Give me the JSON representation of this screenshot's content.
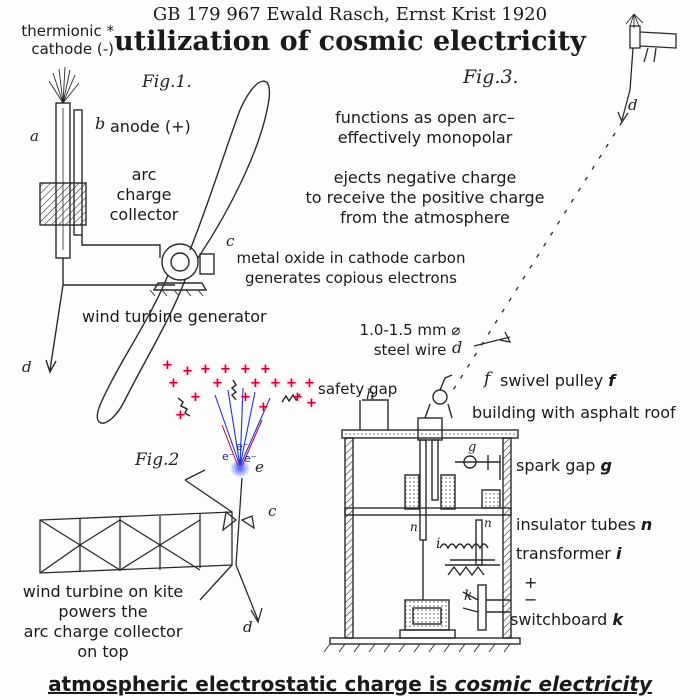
{
  "header": {
    "patent": "GB 179 967 Ewald Rasch, Ernst Krist 1920",
    "title": "utilization of cosmic electricity"
  },
  "footer": {
    "caption_prefix": "atmospheric electrostatic charge is ",
    "caption_emphasis": "cosmic electricity"
  },
  "figures": {
    "fig1": "Fig.1.",
    "fig2": "Fig.2",
    "fig3": "Fig.3."
  },
  "annotations": {
    "thermionic_cathode": [
      "thermionic *",
      "cathode (-)"
    ],
    "anode": "anode (+)",
    "arc_collector": [
      "arc",
      "charge",
      "collector"
    ],
    "metal_oxide": [
      "metal oxide in cathode carbon",
      "generates copious electrons"
    ],
    "wind_turbine_generator": "wind turbine generator",
    "open_arc": [
      "functions as open arc–",
      "effectively monopolar"
    ],
    "ejects": [
      "ejects negative charge",
      "to receive the positive charge",
      "from the atmosphere"
    ],
    "steel_wire": [
      "1.0-1.5 mm ⌀",
      "steel wire"
    ],
    "safety_gap": "safety gap",
    "swivel_pulley": "swivel pulley ",
    "swivel_pulley_key": "f",
    "building": "building with asphalt roof",
    "spark_gap": "spark gap ",
    "spark_gap_key": "g",
    "insulator_tubes": "insulator tubes ",
    "insulator_tubes_key": "n",
    "transformer": "transformer ",
    "transformer_key": "i",
    "switchboard": "switchboard ",
    "switchboard_key": "k",
    "kite": [
      "wind turbine on kite",
      "powers the",
      "arc charge collector",
      "on top"
    ]
  },
  "letters": {
    "a": "a",
    "b": "b",
    "c": "c",
    "d": "d",
    "e": "e",
    "f": "f",
    "g": "g",
    "h": "h",
    "i": "i",
    "k": "k",
    "n": "n"
  },
  "symbols": {
    "plus": "+",
    "e_minus": "e⁻",
    "pos": "+",
    "neg": "−"
  },
  "colors": {
    "ink": "#1a1a1a",
    "positive_charge": "#c0003a",
    "electron_beam": "#2233cc",
    "line_art": "#2a2a2a"
  }
}
